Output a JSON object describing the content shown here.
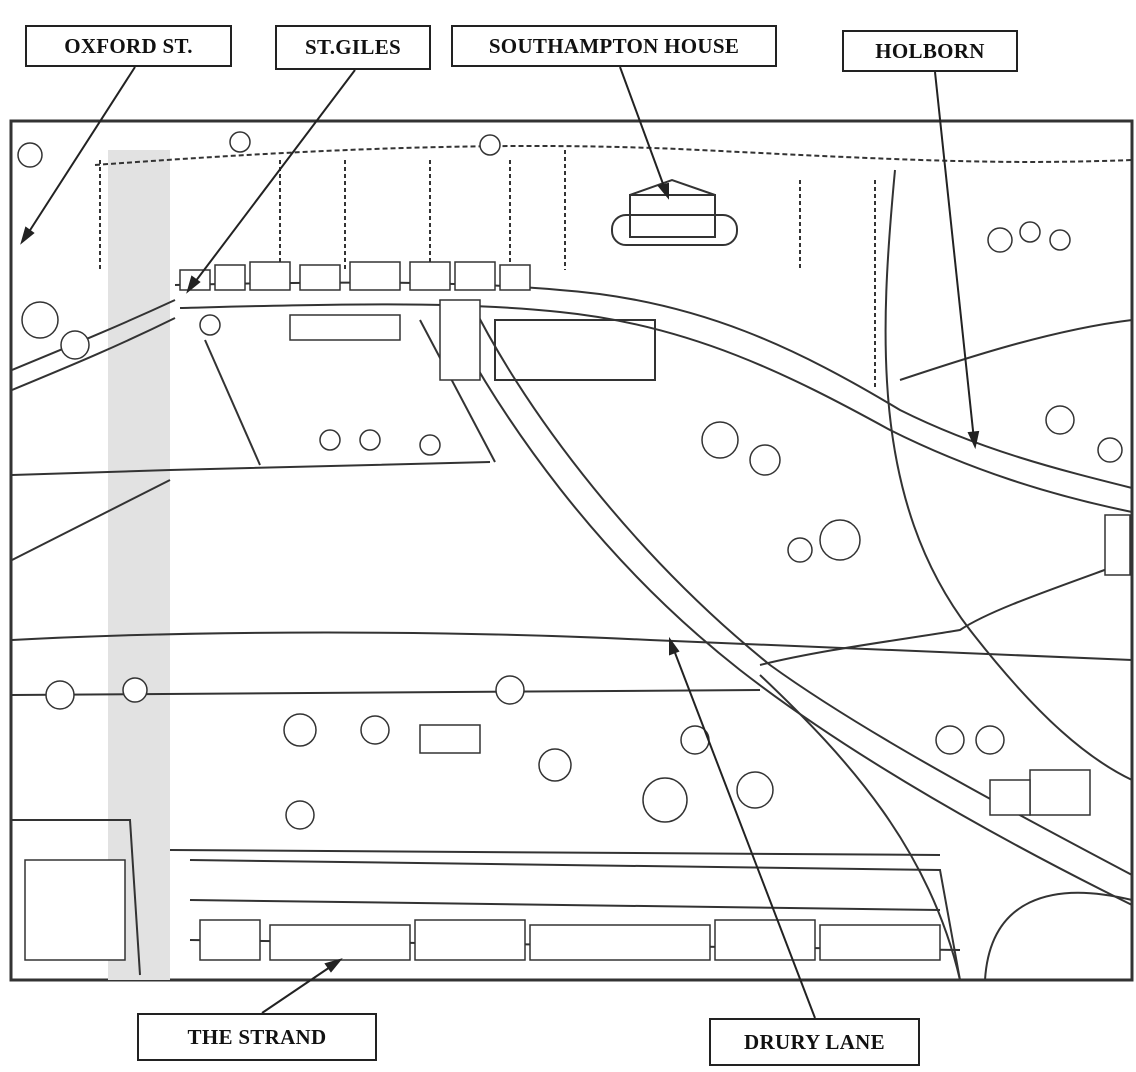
{
  "labels": {
    "oxford_st": "OXFORD ST.",
    "st_giles": "ST.GILES",
    "southampton_house": "SOUTHAMPTON HOUSE",
    "holborn": "HOLBORN",
    "the_strand": "THE STRAND",
    "drury_lane": "DRURY LANE"
  },
  "colors": {
    "ink": "#222222",
    "paper": "#ffffff",
    "shade": "#bdbdbd"
  }
}
